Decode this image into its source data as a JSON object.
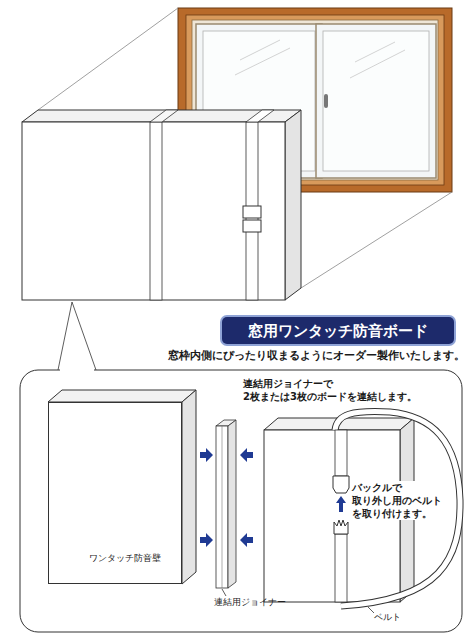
{
  "diagram": {
    "nodes": [
      {
        "text": [
          "窓用ワンタッチ防音ボード"
        ]
      },
      {
        "text": [
          "ワンタッチ防音壁"
        ]
      }
    ],
    "labels": [
      "窓枠内側にぴったり収まるようにオーダー製作いたします。",
      "連結用ジョイナーで 2枚または3枚のボードを連結します。",
      "バックルで 取り外し用のベルト を取り付けます。",
      "連結用ジョイナー",
      "ベルト"
    ]
  }
}
